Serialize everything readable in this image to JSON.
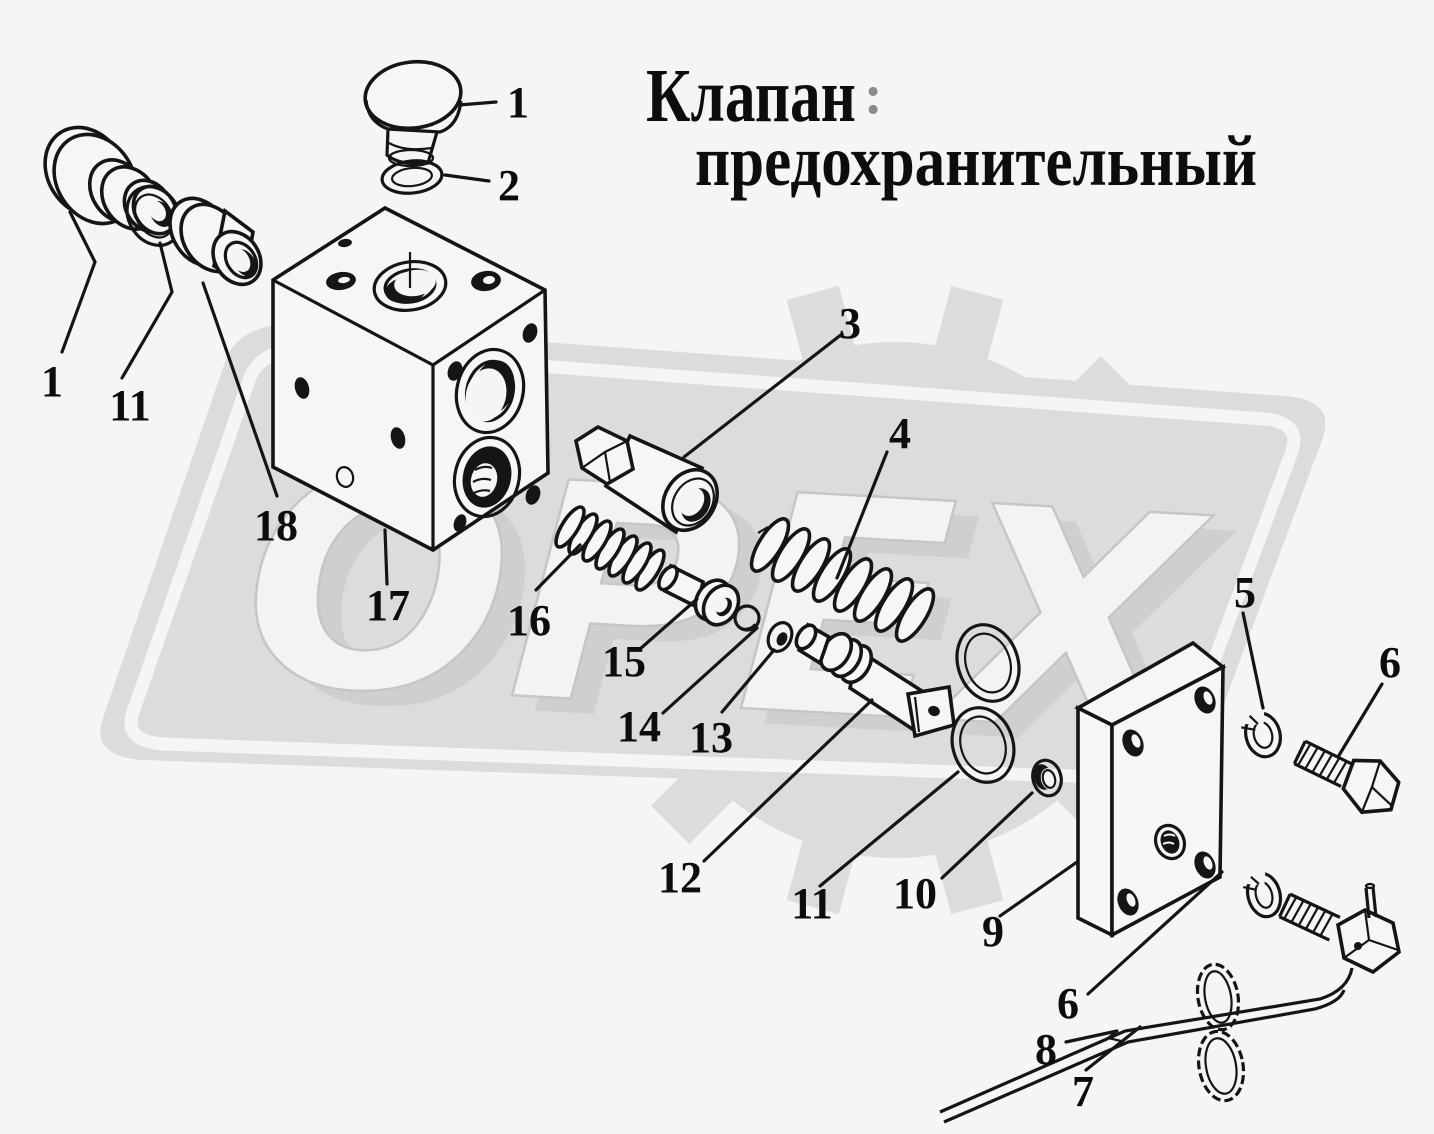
{
  "title": {
    "line1": "Клапан",
    "line2": "предохранительный",
    "artifact": ":"
  },
  "watermark": {
    "text": "OPEX"
  },
  "colors": {
    "background": "#f5f5f4",
    "line_ink": "#151515",
    "watermark_gray": "#dcdcdb",
    "watermark_letter_fill": "#f3f3f2",
    "watermark_letter_outline": "#c6c6c5",
    "watermark_letter_shadow": "#cfcfce"
  },
  "callouts": [
    {
      "id": "cap-plug-left",
      "text": "1"
    },
    {
      "id": "oring-left",
      "text": "11"
    },
    {
      "id": "bushing",
      "text": "18"
    },
    {
      "id": "valve-body",
      "text": "17"
    },
    {
      "id": "cap-top",
      "text": "1"
    },
    {
      "id": "oring-top",
      "text": "2"
    },
    {
      "id": "seat-fitting",
      "text": "3"
    },
    {
      "id": "spring-large",
      "text": "4"
    },
    {
      "id": "spring-small",
      "text": "16"
    },
    {
      "id": "adjuster-screw",
      "text": "15"
    },
    {
      "id": "ball",
      "text": "14"
    },
    {
      "id": "washer-small",
      "text": "13"
    },
    {
      "id": "spool",
      "text": "12"
    },
    {
      "id": "oring-pair",
      "text": "11"
    },
    {
      "id": "ring-small",
      "text": "10"
    },
    {
      "id": "end-plate",
      "text": "9"
    },
    {
      "id": "lock-washer-upper",
      "text": "5"
    },
    {
      "id": "bolt-upper",
      "text": "6"
    },
    {
      "id": "lock-washer-lower",
      "text": "6"
    },
    {
      "id": "seal-wire",
      "text": "8"
    },
    {
      "id": "seal-loops",
      "text": "7"
    }
  ]
}
